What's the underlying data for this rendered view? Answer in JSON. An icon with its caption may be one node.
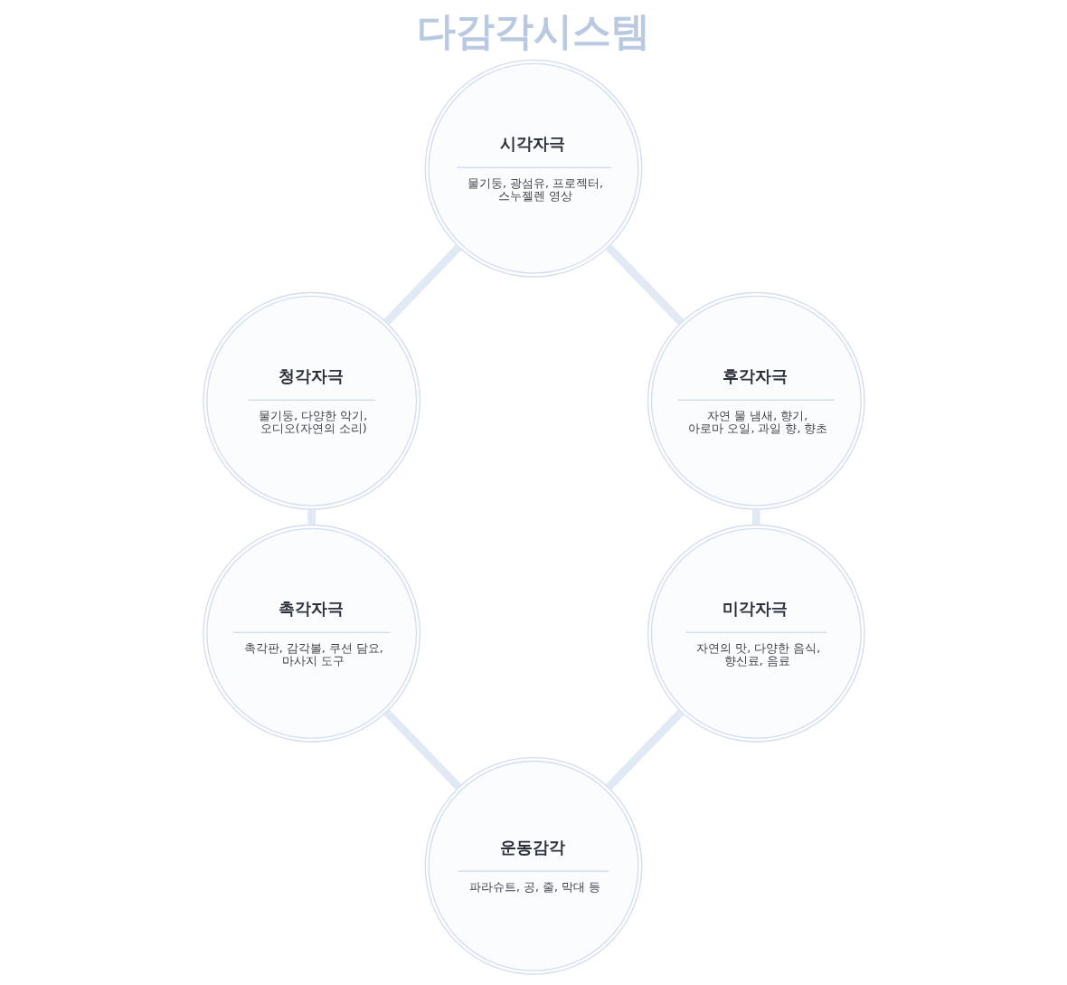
{
  "diagram": {
    "title": "다감각시스템",
    "nodes": [
      {
        "text": [
          "시각자극",
          "물기둥, 광섬유, 프로젝터, 스누젤렌 영상"
        ]
      },
      {
        "text": [
          "청각자극",
          "물기둥, 다양한 악기, 오디오(자연의 소리)"
        ]
      },
      {
        "text": [
          "후각자극",
          "자연 물 냄새, 향기, 아로마 오일, 과일 향, 향초"
        ]
      },
      {
        "text": [
          "촉각자극",
          "촉각판, 감각볼, 쿠션 담요, 마사지 도구"
        ]
      },
      {
        "text": [
          "미각자극",
          "자연의 맛, 다양한 음식, 향신료, 음료"
        ]
      },
      {
        "text": [
          "운동감각",
          "파라슈트, 공, 줄, 막대 등"
        ]
      }
    ],
    "edges": [
      {
        "from": 0,
        "to": 1,
        "arrow": "none"
      },
      {
        "from": 0,
        "to": 2,
        "arrow": "none"
      },
      {
        "from": 1,
        "to": 3,
        "arrow": "none"
      },
      {
        "from": 2,
        "to": 4,
        "arrow": "none"
      },
      {
        "from": 3,
        "to": 5,
        "arrow": "none"
      },
      {
        "from": 4,
        "to": 5,
        "arrow": "none"
      }
    ]
  }
}
